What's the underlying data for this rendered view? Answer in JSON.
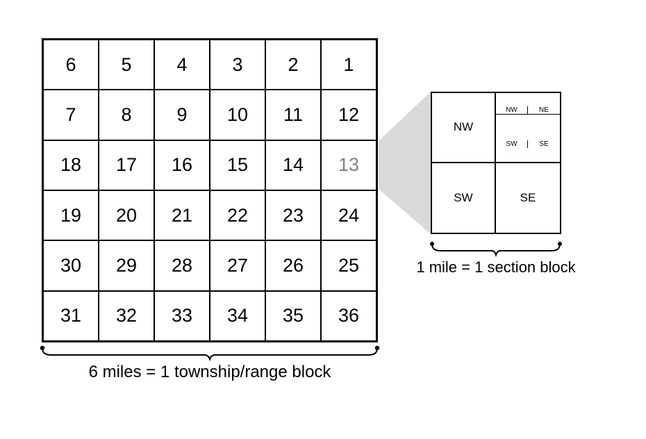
{
  "township": {
    "cells": [
      "6",
      "5",
      "4",
      "3",
      "2",
      "1",
      "7",
      "8",
      "9",
      "10",
      "11",
      "12",
      "18",
      "17",
      "16",
      "15",
      "14",
      "13",
      "19",
      "20",
      "21",
      "22",
      "23",
      "24",
      "30",
      "29",
      "28",
      "27",
      "26",
      "25",
      "31",
      "32",
      "33",
      "34",
      "35",
      "36"
    ],
    "highlighted_cell": "13",
    "caption": "6 miles = 1 township/range block"
  },
  "section": {
    "quarters": {
      "nw": "NW",
      "sw": "SW",
      "se": "SE"
    },
    "sub_quarters": {
      "nw": "NW",
      "ne": "NE",
      "sw": "SW",
      "se": "SE"
    },
    "caption": "1 mile = 1 section block"
  },
  "colors": {
    "highlight_text": "#808080",
    "wedge_fill": "#d9d9d9",
    "border": "#000000"
  }
}
